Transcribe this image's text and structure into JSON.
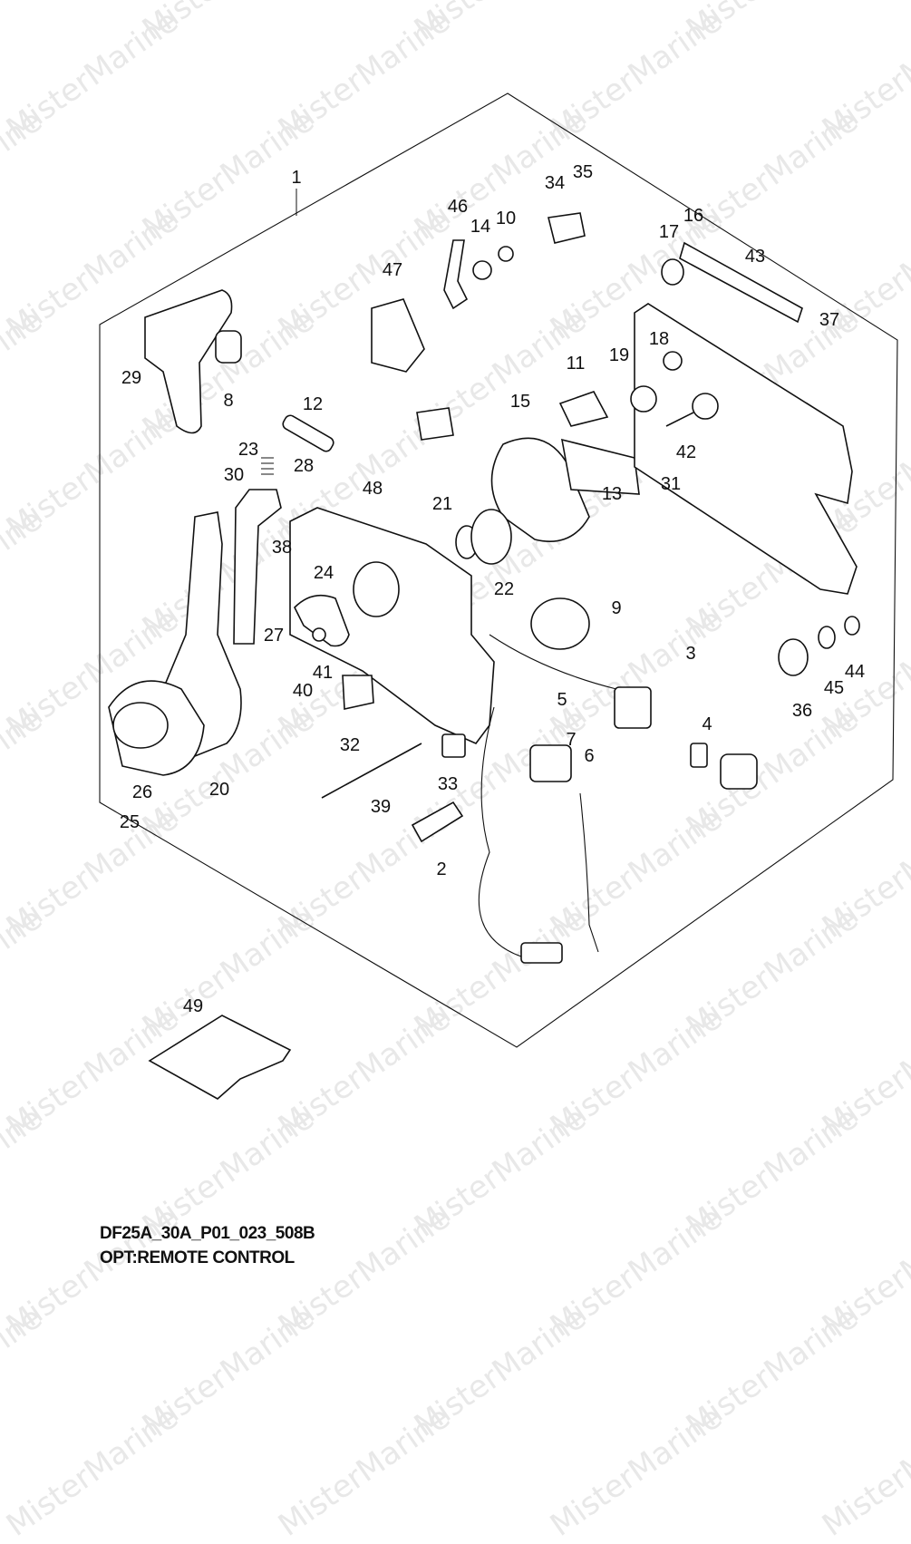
{
  "watermark": "MisterMarine",
  "callouts": [
    "1",
    "2",
    "3",
    "4",
    "5",
    "6",
    "7",
    "8",
    "9",
    "10",
    "11",
    "12",
    "13",
    "14",
    "15",
    "16",
    "17",
    "18",
    "19",
    "20",
    "21",
    "22",
    "23",
    "24",
    "25",
    "26",
    "27",
    "28",
    "29",
    "30",
    "31",
    "32",
    "33",
    "34",
    "35",
    "36",
    "37",
    "38",
    "39",
    "40",
    "41",
    "42",
    "43",
    "44",
    "45",
    "46",
    "47",
    "48",
    "49"
  ],
  "caption": {
    "code": "DF25A_30A_P01_023_508B",
    "title": "OPT:REMOTE CONTROL"
  }
}
